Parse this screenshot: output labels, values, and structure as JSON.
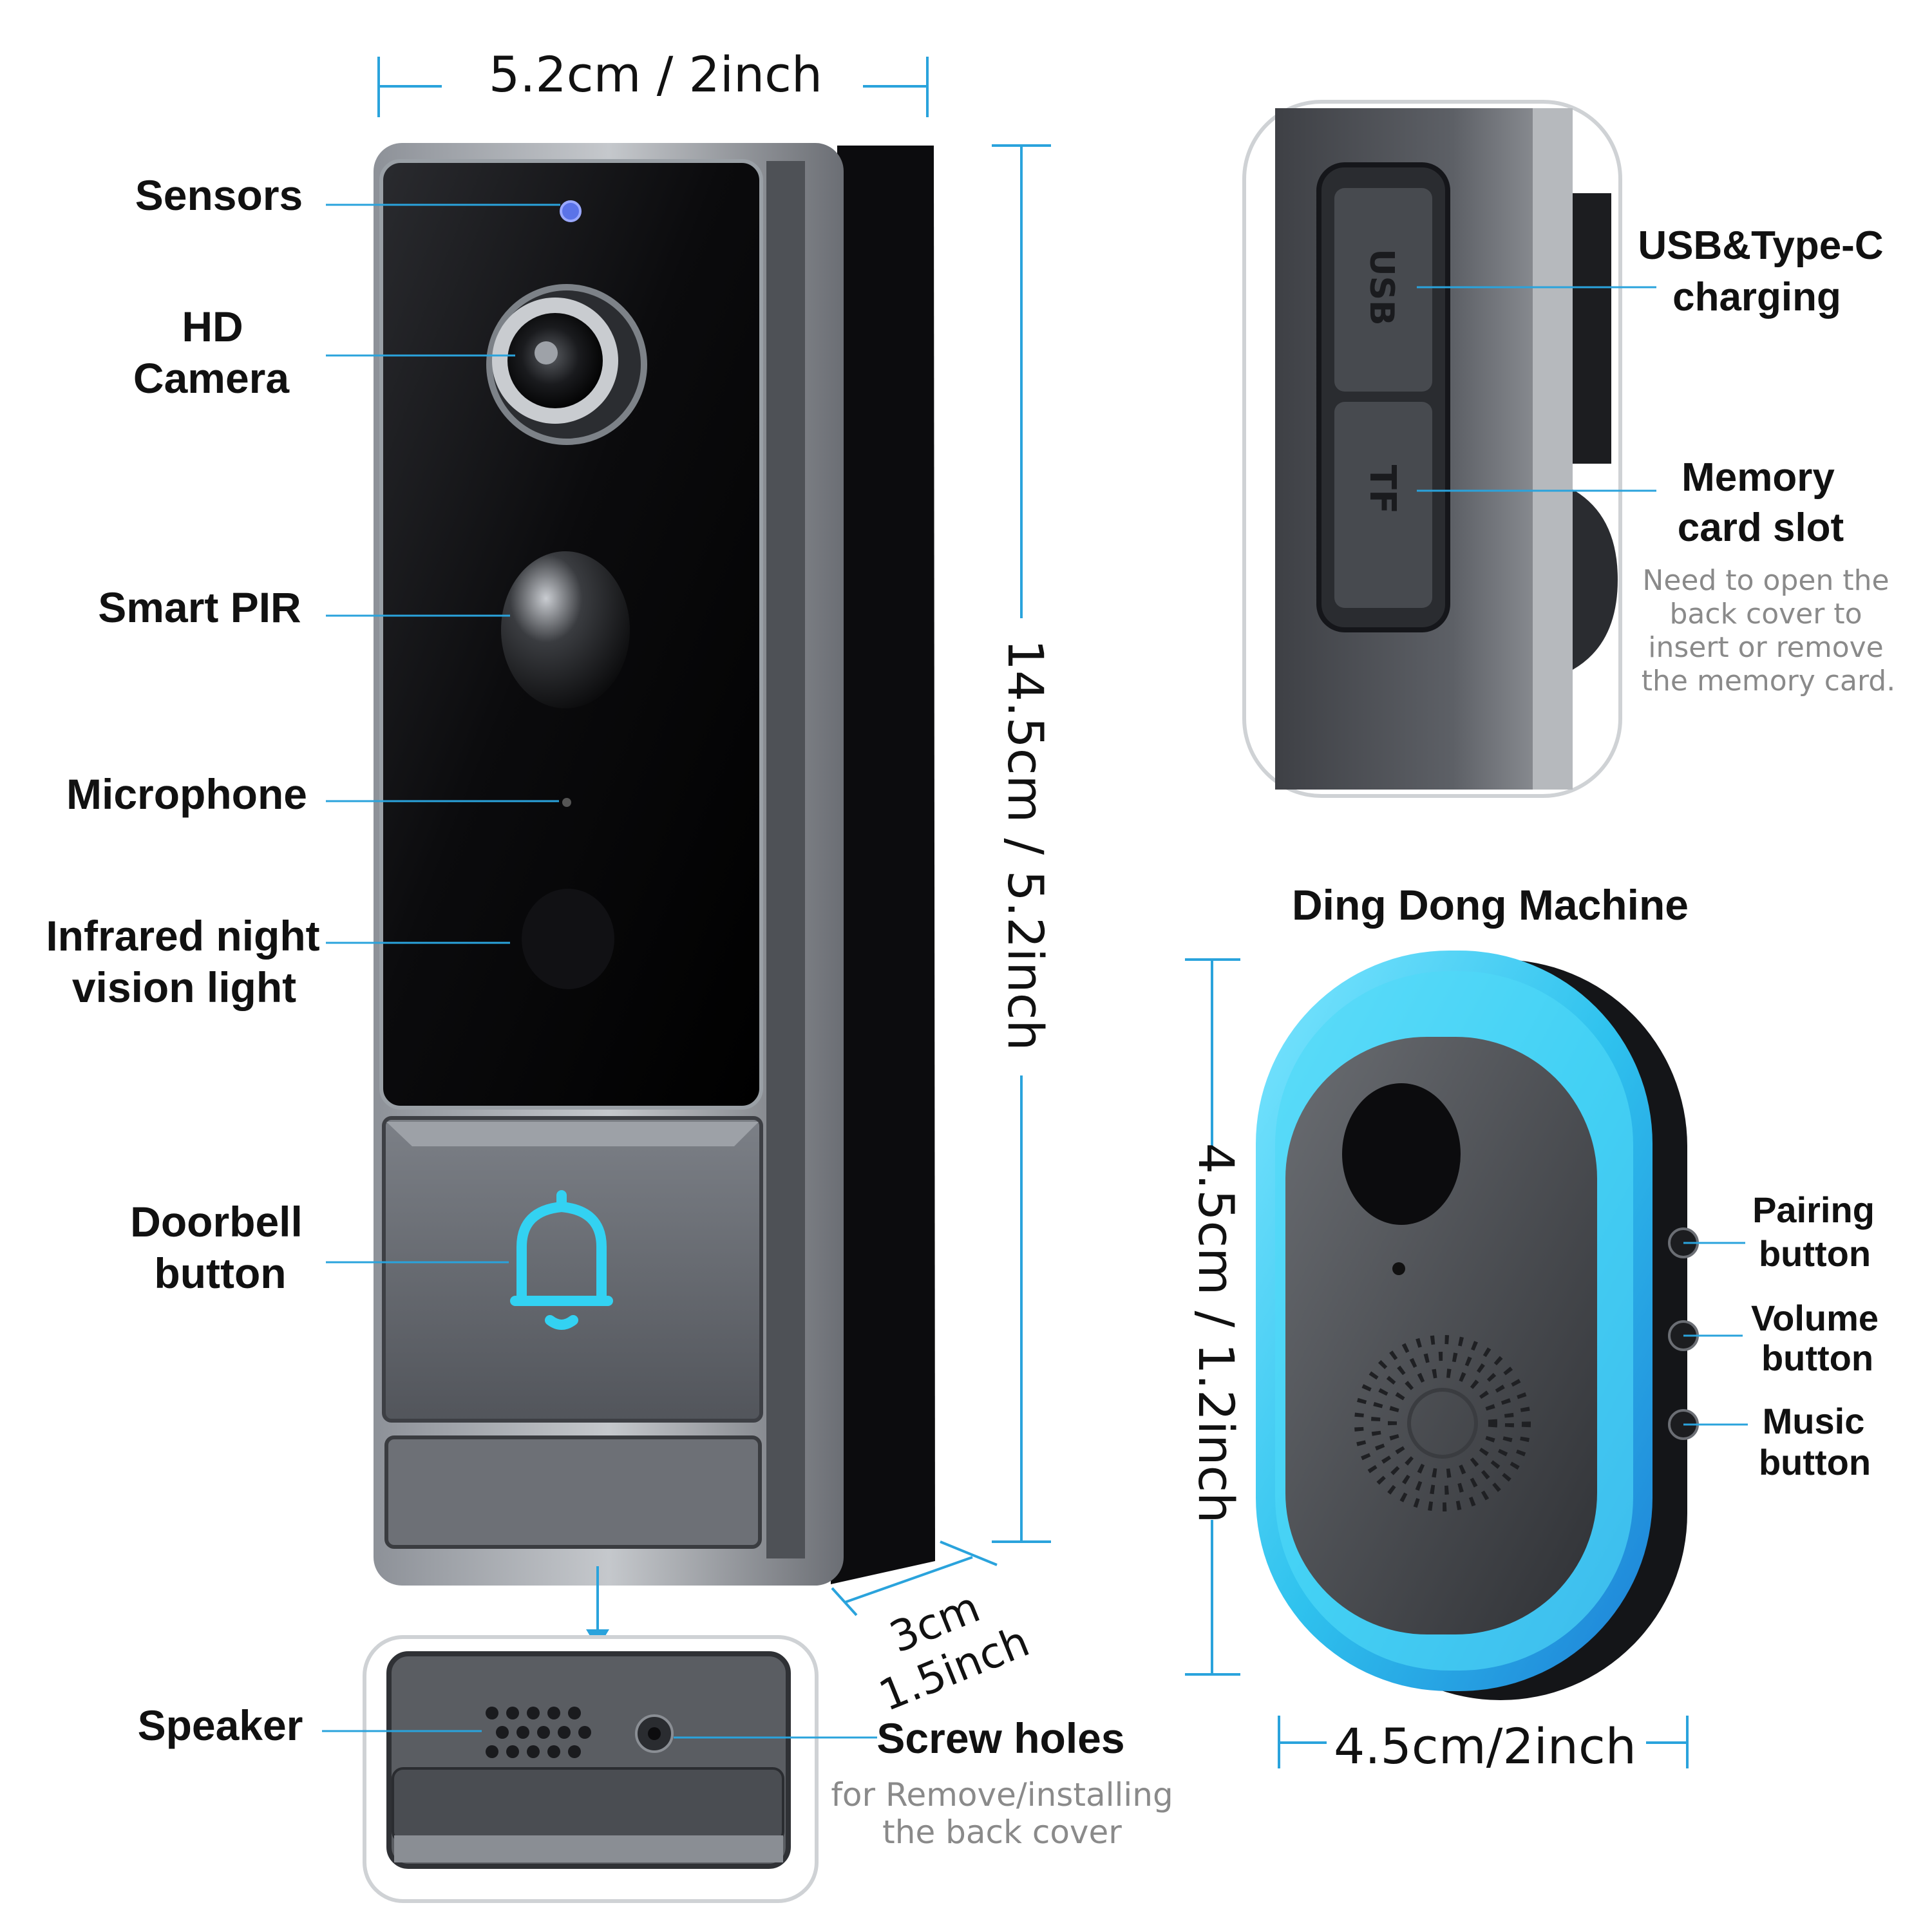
{
  "dimensions": {
    "doorbell_width": "5.2cm / 2inch",
    "doorbell_height": "14.5cm / 5.2inch",
    "doorbell_depth_line1": "3cm",
    "doorbell_depth_line2": "1.5inch",
    "chime_height": "4.5cm / 1.2inch",
    "chime_width": "4.5cm/2inch"
  },
  "doorbell_labels": {
    "sensors": "Sensors",
    "hd_camera_line1": "HD",
    "hd_camera_line2": "Camera",
    "smart_pir": "Smart PIR",
    "microphone": "Microphone",
    "infrared_line1": "Infrared night",
    "infrared_line2": "vision light",
    "doorbell_button_line1": "Doorbell",
    "doorbell_button_line2": "button",
    "speaker": "Speaker",
    "screw_holes": "Screw holes",
    "screw_note_line1": "for Remove/installing",
    "screw_note_line2": "the back cover"
  },
  "side_labels": {
    "usb_line1": "USB&Type-C",
    "usb_line2": "charging",
    "memory_line1": "Memory",
    "memory_line2": "card slot",
    "memory_note": [
      "Need to open the",
      "back cover to",
      "insert or remove",
      "the memory card."
    ],
    "usb_port": "USB",
    "tf_port": "TF"
  },
  "chime": {
    "title": "Ding Dong Machine",
    "pairing_line1": "Pairing",
    "pairing_line2": "button",
    "volume_line1": "Volume",
    "volume_line2": "button",
    "music_line1": "Music",
    "music_line2": "button"
  },
  "colors": {
    "accent_blue": "#2aa3dc",
    "glow_cyan": "#3fd0f0",
    "device_black": "#0b0b0d",
    "device_gray": "#5d6066"
  }
}
